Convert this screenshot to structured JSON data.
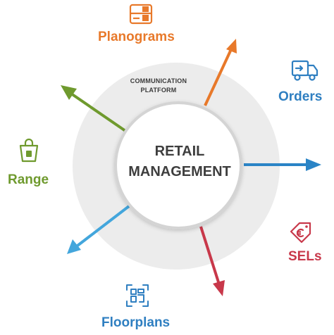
{
  "center": {
    "line1": "RETAIL",
    "line2": "MANAGEMENT"
  },
  "ring": {
    "line1": "COMMUNICATION",
    "line2": "PLATFORM"
  },
  "nodes": {
    "planograms": {
      "label": "Planograms",
      "color": "#e8792a",
      "icon": "planogram-shelf-icon"
    },
    "orders": {
      "label": "Orders",
      "color": "#2f7fc1",
      "icon": "delivery-truck-icon"
    },
    "sels": {
      "label": "SELs",
      "color": "#c8384a",
      "icon": "euro-price-tag-icon"
    },
    "floorplans": {
      "label": "Floorplans",
      "color": "#2f7fc1",
      "icon": "floorplan-scan-icon"
    },
    "range": {
      "label": "Range",
      "color": "#6f9a2e",
      "icon": "shopping-bag-icon"
    }
  },
  "colors": {
    "ring": "#ececec",
    "circle_border": "#d4d4d4",
    "center_text": "#3e3e3e",
    "arrow_planograms": "#e8792a",
    "arrow_orders": "#2a84c6",
    "arrow_sels": "#c8384a",
    "arrow_floorplans": "#43a6dc",
    "arrow_range": "#6f9a2e"
  }
}
